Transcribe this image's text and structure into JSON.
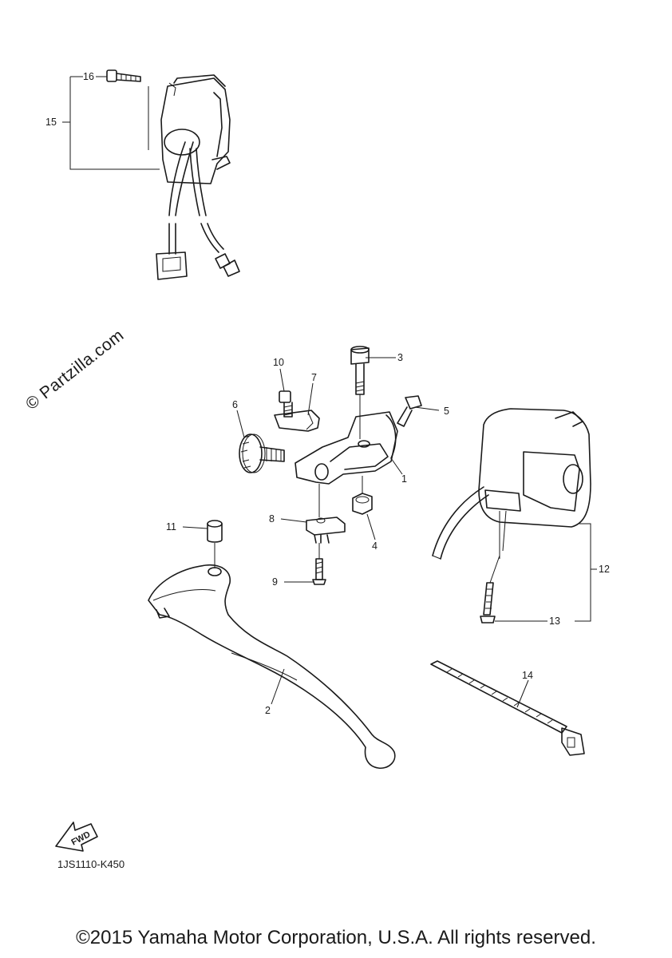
{
  "watermark": "© Partzilla.com",
  "drawing_code": "1JS1110-K450",
  "copyright": "©2015 Yamaha Motor Corporation, U.S.A. All rights reserved.",
  "fwd_label": "FWD",
  "callouts": {
    "c1": "1",
    "c2": "2",
    "c3": "3",
    "c4": "4",
    "c5": "5",
    "c6": "6",
    "c7": "7",
    "c8": "8",
    "c9": "9",
    "c10": "10",
    "c11": "11",
    "c12": "12",
    "c13": "13",
    "c14": "14",
    "c15": "15",
    "c16": "16"
  }
}
